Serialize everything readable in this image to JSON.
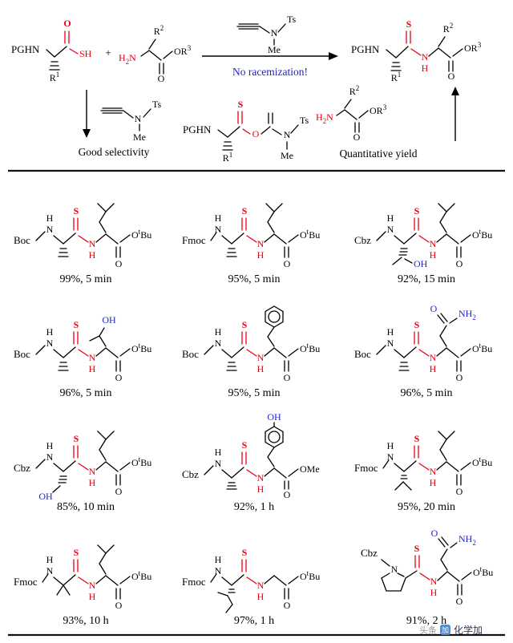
{
  "colors": {
    "thioamide_red": "#e60012",
    "hetero_blue": "#2222cc",
    "watermark_blue": "#4a90d9",
    "bond_black": "#000000"
  },
  "scheme": {
    "pghn": "PGHN",
    "sh": "SH",
    "plus": "+",
    "no_racemization": "No racemization!",
    "good_selectivity": "Good selectivity",
    "quantitative_yield": "Quantitative yield"
  },
  "sym": {
    "S": "S",
    "N": "N",
    "H": "H",
    "O": "O",
    "OH": "OH",
    "NH": "NH",
    "one": "1",
    "two": "2",
    "three": "3",
    "R": "R",
    "t": "t",
    "Bu": "Bu",
    "OMe": "OMe",
    "Me": "Me",
    "Ts": "Ts"
  },
  "products": [
    {
      "pg": "Boc",
      "yield": "99%, 5 min"
    },
    {
      "pg": "Fmoc",
      "yield": "95%, 5 min"
    },
    {
      "pg": "Cbz",
      "yield": "92%, 15 min"
    },
    {
      "pg": "Boc",
      "yield": "96%, 5 min"
    },
    {
      "pg": "Boc",
      "yield": "95%, 5 min"
    },
    {
      "pg": "Boc",
      "yield": "96%, 5 min"
    },
    {
      "pg": "Cbz",
      "yield": "85%, 10 min"
    },
    {
      "pg": "Cbz",
      "yield": "92%, 1 h"
    },
    {
      "pg": "Fmoc",
      "yield": "95%, 20 min"
    },
    {
      "pg": "Fmoc",
      "yield": "93%, 10 h"
    },
    {
      "pg": "Fmoc",
      "yield": "97%, 1 h"
    },
    {
      "pg": "Cbz",
      "yield": "91%, 2 h"
    }
  ],
  "watermark": {
    "prefix": "头条",
    "logo": "加",
    "name": "化学加"
  }
}
